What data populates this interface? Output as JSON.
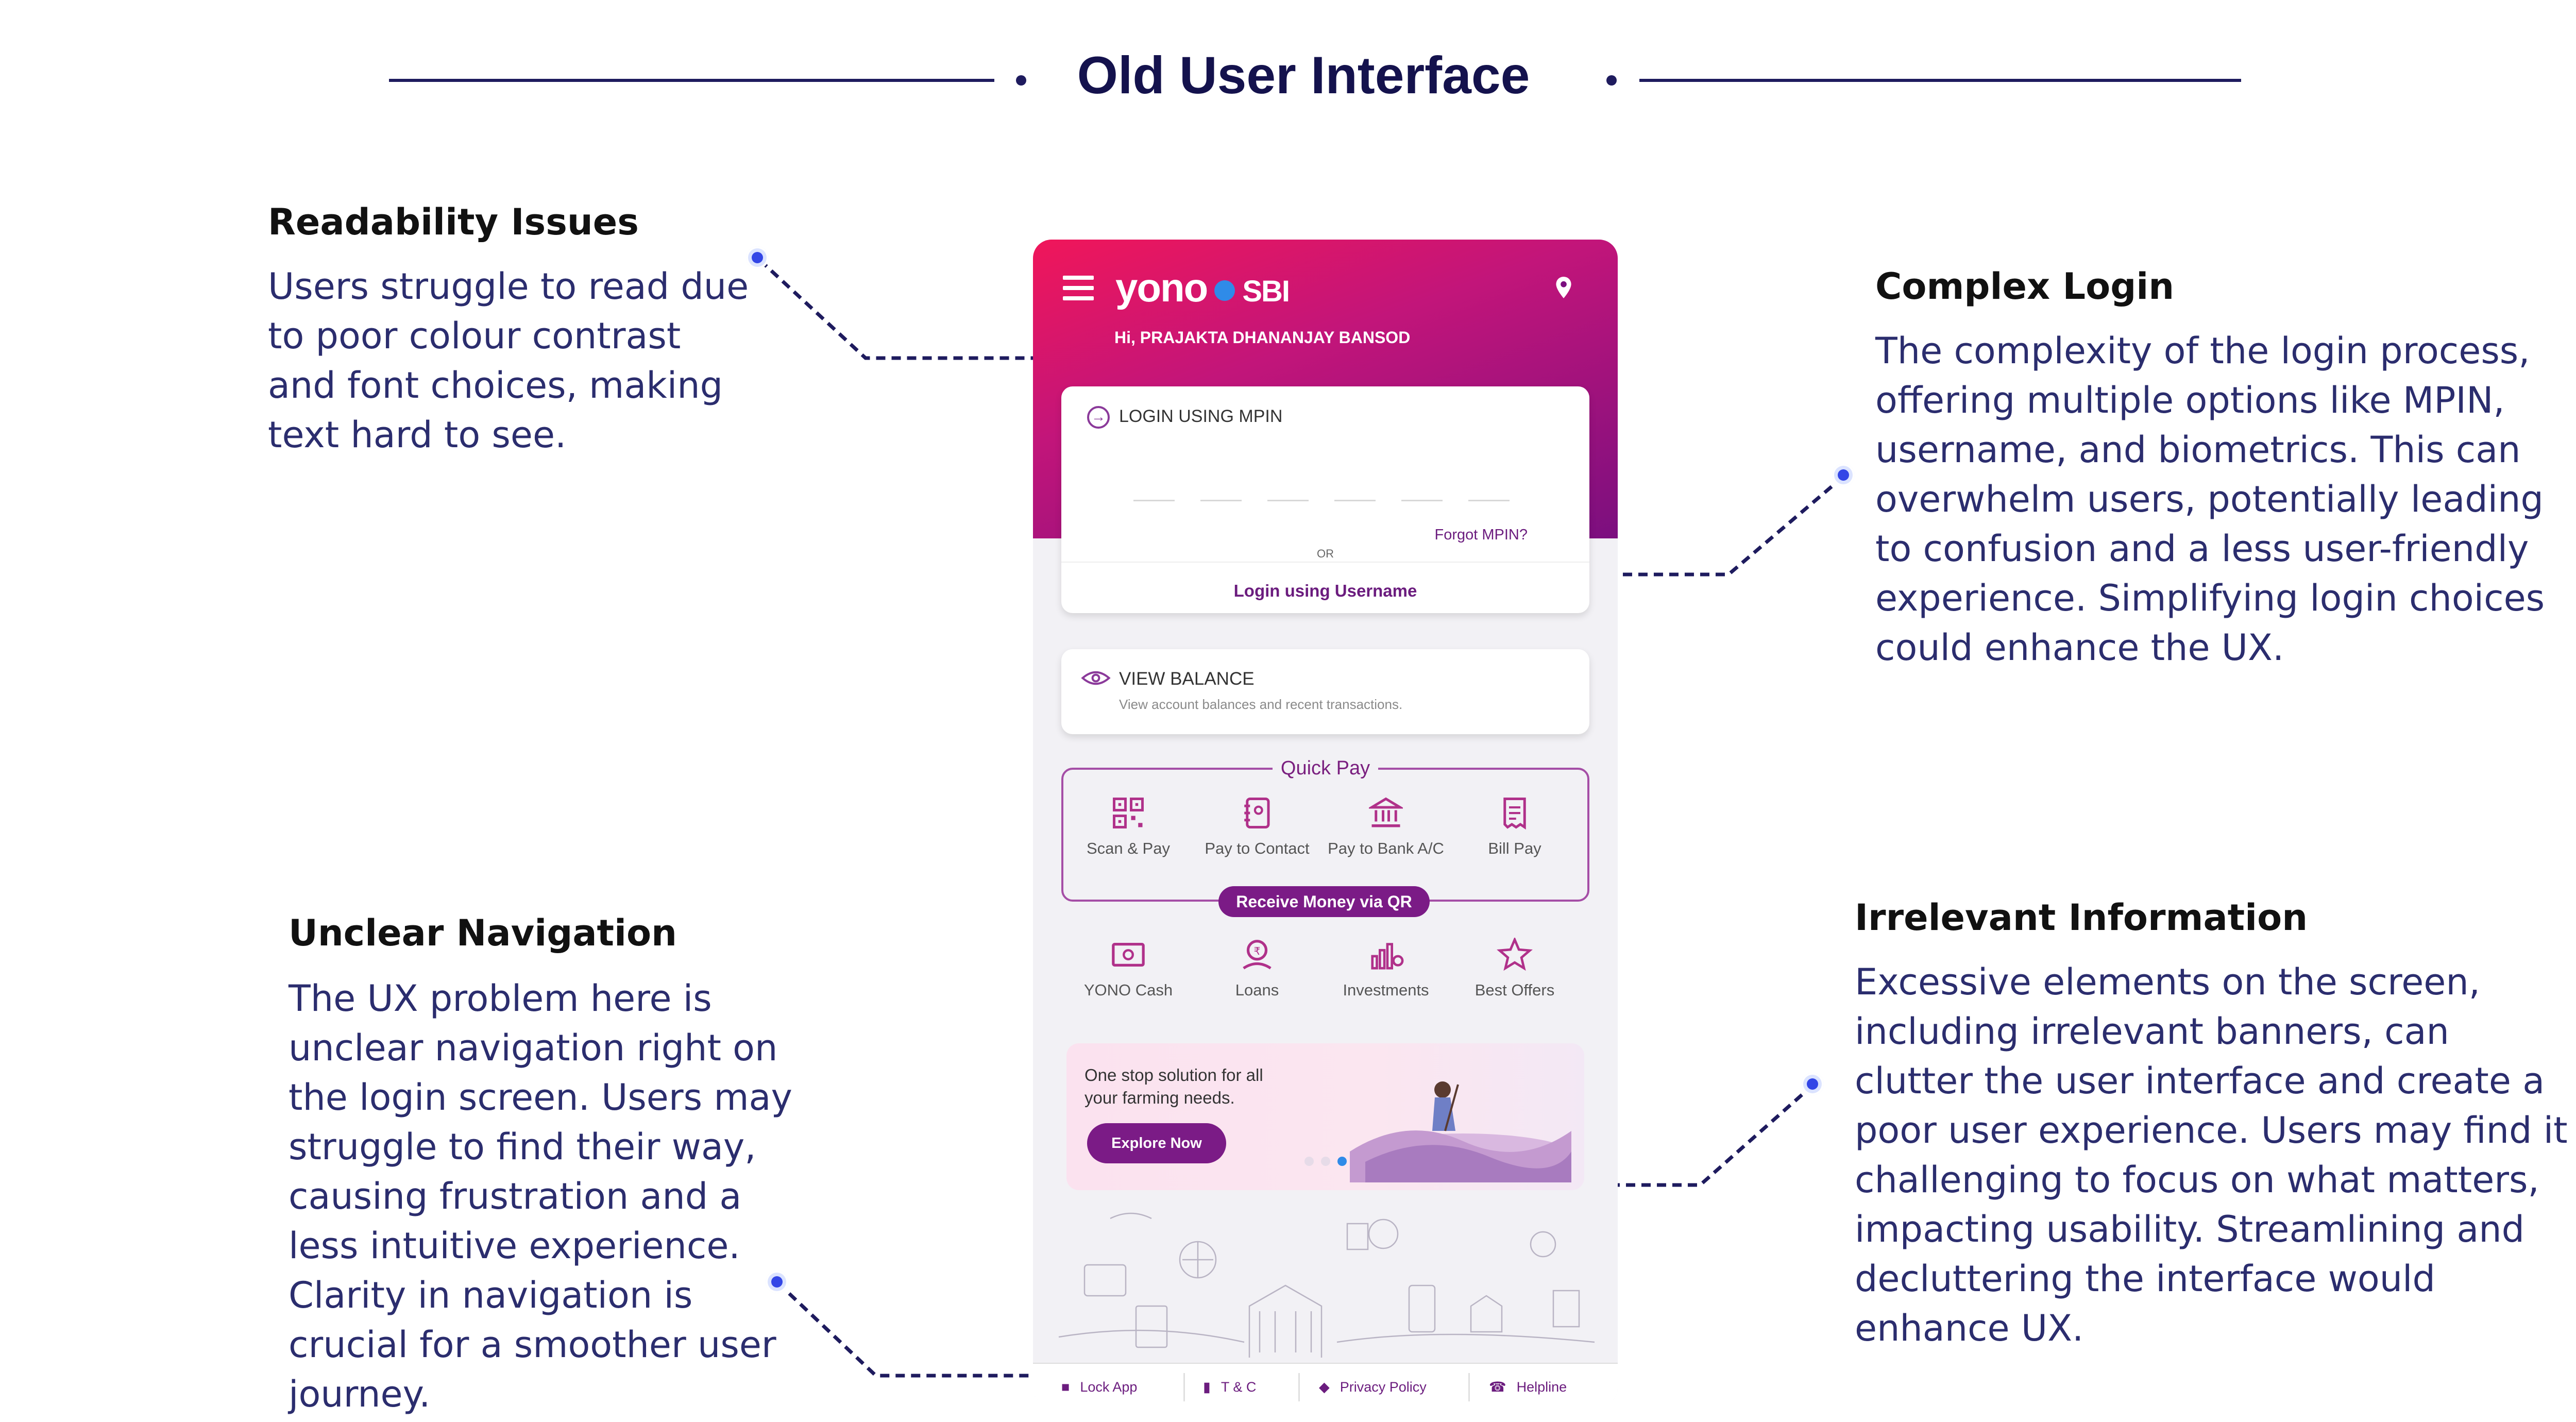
{
  "header": {
    "title": "Old User Interface",
    "accent_color": "#1e1b5e"
  },
  "annotations": {
    "readability": {
      "heading": "Readability Issues",
      "lines": [
        "Users struggle to read due",
        "to poor colour contrast",
        "and font choices, making",
        "text hard to see."
      ]
    },
    "complex_login": {
      "heading": "Complex Login",
      "lines": [
        "The complexity of the login process,",
        "offering multiple options like MPIN,",
        "username, and biometrics. This can",
        "overwhelm users, potentially leading",
        "to confusion and a less user-friendly",
        "experience. Simplifying login choices",
        "could enhance the UX."
      ]
    },
    "navigation": {
      "heading": "Unclear Navigation",
      "lines": [
        "The UX problem here is",
        "unclear navigation right on",
        "the login screen. Users may",
        "struggle to find their way,",
        "causing frustration and a",
        "less intuitive experience.",
        "Clarity in navigation is",
        "crucial for a smoother user",
        "journey."
      ]
    },
    "irrelevant": {
      "heading": "Irrelevant Information",
      "lines": [
        "Excessive elements on the screen,",
        "including irrelevant banners, can",
        "clutter the user interface and create a",
        "poor user experience. Users may find it",
        "challenging to focus on what matters,",
        "impacting usability. Streamlining and",
        "decluttering the interface would",
        "enhance UX."
      ]
    }
  },
  "phone": {
    "logo_text": "yono",
    "logo_brand": "SBI",
    "greeting": "Hi, PRAJAKTA DHANANJAY BANSOD",
    "login_heading": "LOGIN USING MPIN",
    "forgot_mpin": "Forgot MPIN?",
    "or_text": "OR",
    "login_username": "Login using Username",
    "view_balance_title": "VIEW BALANCE",
    "view_balance_sub": "View account balances and recent transactions.",
    "quick_pay_label": "Quick Pay",
    "quick_pay_items": [
      "Scan & Pay",
      "Pay to Contact",
      "Pay to Bank A/C",
      "Bill Pay"
    ],
    "receive_money": "Receive Money via QR",
    "services": [
      "YONO Cash",
      "Loans",
      "Investments",
      "Best Offers"
    ],
    "banner_line1": "One stop solution for all",
    "banner_line2": "your farming needs.",
    "banner_button": "Explore Now",
    "footer": [
      "Lock App",
      "T & C",
      "Privacy Policy",
      "Helpline"
    ],
    "brand_color": "#7b1b86",
    "icons": {
      "menu": "hamburger-icon",
      "location": "location-pin-icon",
      "login": "arrow-circle-icon",
      "balance": "eye-icon",
      "quick_pay": [
        "qr-code-icon",
        "contact-book-icon",
        "bank-icon",
        "bill-icon"
      ],
      "services": [
        "cash-icon",
        "loan-icon",
        "investment-chart-icon",
        "offer-star-icon"
      ],
      "footer": [
        "lock-icon",
        "document-icon",
        "shield-icon",
        "phone-icon"
      ]
    }
  }
}
